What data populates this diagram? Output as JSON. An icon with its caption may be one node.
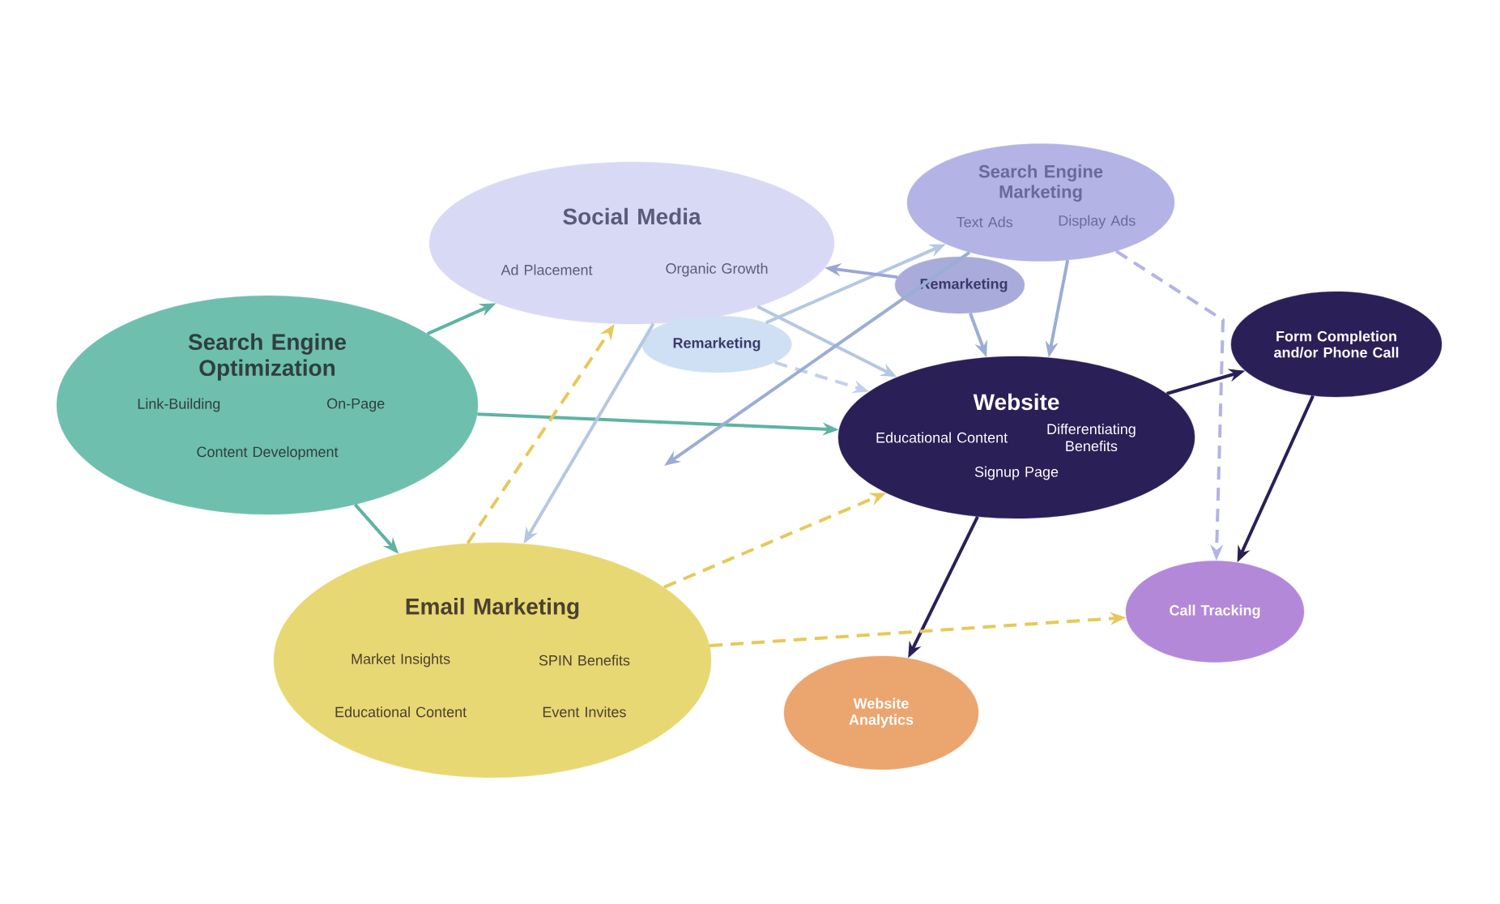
{
  "diagram": {
    "nodes": [
      {
        "text": [
          "Social Media",
          "Ad Placement",
          "Organic Growth"
        ]
      },
      {
        "text": [
          "Search Engine Marketing",
          "Text Ads",
          "Display Ads"
        ]
      },
      {
        "text": [
          "Remarketing"
        ]
      },
      {
        "text": [
          "Remarketing"
        ]
      },
      {
        "text": [
          "Search Engine Optimization",
          "Link-Building",
          "On-Page",
          "Content Development"
        ]
      },
      {
        "text": [
          "Website",
          "Educational Content",
          "Differentiating Benefits",
          "Signup Page"
        ]
      },
      {
        "text": [
          "Form Completion and/or Phone Call"
        ]
      },
      {
        "text": [
          "Email Marketing",
          "Market Insights",
          "SPIN Benefits",
          "Educational Content",
          "Event Invites"
        ]
      },
      {
        "text": [
          "Call Tracking"
        ]
      },
      {
        "text": [
          "Website Analytics"
        ]
      }
    ],
    "edges": [
      {
        "from": 4,
        "to": 0,
        "arrow": "to",
        "color": "#5fb3a2"
      },
      {
        "from": 4,
        "to": 5,
        "arrow": "to",
        "color": "#5fb3a2"
      },
      {
        "from": 4,
        "to": 7,
        "arrow": "to",
        "color": "#5fb3a2"
      },
      {
        "from": 0,
        "to": 7,
        "arrow": "to",
        "color": "#b4c8e2"
      },
      {
        "from": 7,
        "to": 0,
        "arrow": "to",
        "style": "dashed",
        "color": "#e6c95a"
      },
      {
        "from": 0,
        "to": 5,
        "arrow": "to",
        "color": "#b4c8e2"
      },
      {
        "from": 3,
        "to": 1,
        "arrow": "to",
        "color": "#b4c8e2"
      },
      {
        "from": 2,
        "to": 0,
        "arrow": "to",
        "color": "#9aa6d6"
      },
      {
        "from": 3,
        "to": 5,
        "arrow": "to",
        "style": "dashed",
        "color": "#c3d0ea"
      },
      {
        "from": 1,
        "to": null,
        "arrow": "to",
        "color": "#9aaed4"
      },
      {
        "from": 2,
        "to": 5,
        "arrow": "to",
        "color": "#9aaed4"
      },
      {
        "from": 1,
        "to": 5,
        "arrow": "to",
        "color": "#9aaed4"
      },
      {
        "from": 1,
        "to": 8,
        "arrow": "to",
        "style": "dashed",
        "color": "#b3b3e6"
      },
      {
        "from": 5,
        "to": 6,
        "arrow": "to",
        "color": "#2b1f57"
      },
      {
        "from": 6,
        "to": 8,
        "arrow": "to",
        "color": "#2b1f57"
      },
      {
        "from": 5,
        "to": 9,
        "arrow": "to",
        "color": "#2b1f57"
      },
      {
        "from": 7,
        "to": 5,
        "arrow": "to",
        "style": "dashed",
        "color": "#e6c95a"
      },
      {
        "from": 7,
        "to": 8,
        "arrow": "to",
        "style": "dashed",
        "color": "#e6c95a"
      }
    ]
  }
}
